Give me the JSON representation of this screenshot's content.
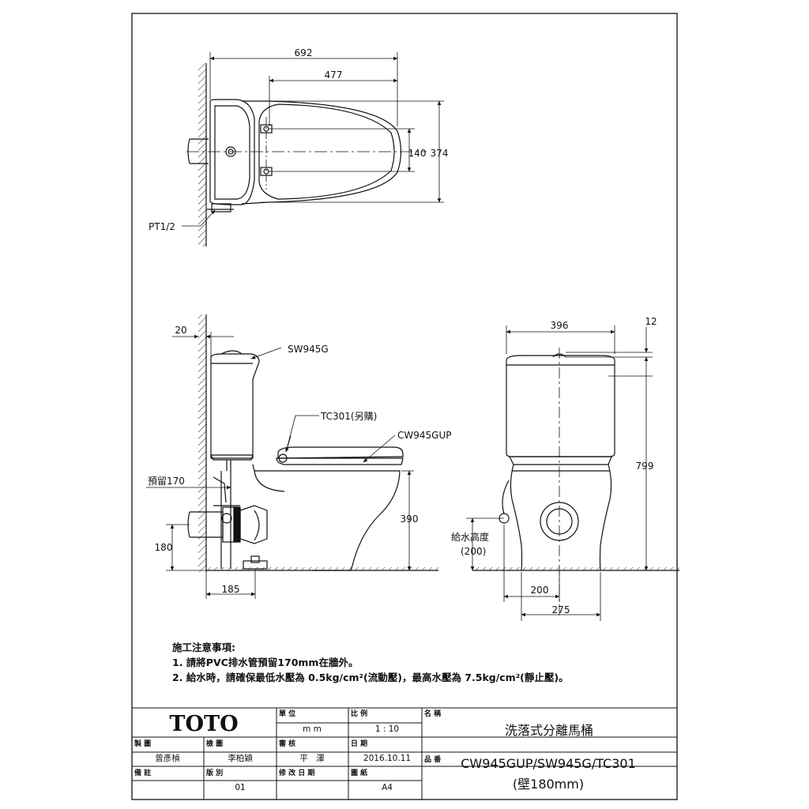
{
  "dimensions": {
    "top_overall": "692",
    "top_seat": "477",
    "top_hinge": "140",
    "top_width": "374",
    "pipe_thread": "PT1/2",
    "wall_gap": "20",
    "drain_reserve": "預留170",
    "drain_height": "180",
    "drain_offset": "185",
    "bowl_height": "390",
    "front_width": "396",
    "lid_gap": "12",
    "overall_height": "799",
    "supply_height_label": "給水高度",
    "supply_height_value": "(200)",
    "supply_offset": "200",
    "base_width": "275"
  },
  "callouts": {
    "tank": "SW945G",
    "seat": "TC301(另購)",
    "bowl": "CW945GUP"
  },
  "notes": {
    "title": "施工注意事項:",
    "line1": "1. 請將PVC排水管預留170mm在牆外。",
    "line2": "2.  給水時，請確保最低水壓為 0.5kg/cm²(流動壓)，最高水壓為 7.5kg/cm²(靜止壓)。"
  },
  "title_block": {
    "logo": "TOTO",
    "unit_label": "單 位",
    "unit_value": "m m",
    "scale_label": "比 例",
    "scale_value": "1 : 10",
    "name_label": "名 稱",
    "name_value": "洗落式分離馬桶",
    "drawn_label": "製 圖",
    "drawn_value": "曾彥楨",
    "checked_label": "檢 圖",
    "checked_value": "李柏穎",
    "approved_label": "審 核",
    "approved_value": "平　澤",
    "date_label": "日 期",
    "date_value": "2016.10.11",
    "part_label": "品 番",
    "part_value": "CW945GUP/SW945G/TC301",
    "part_sub": "(壁180mm)",
    "remarks_label": "備 註",
    "version_label": "版 別",
    "version_value": "01",
    "revdate_label": "修 改 日 期",
    "paper_label": "圖 紙",
    "paper_value": "A4"
  }
}
